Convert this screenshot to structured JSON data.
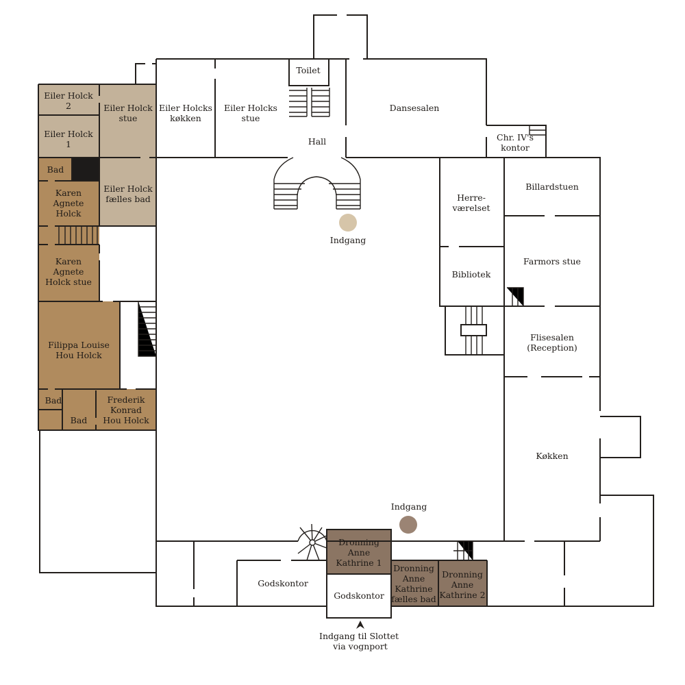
{
  "colors": {
    "light_tan": "#c3b29a",
    "tan": "#b08b5e",
    "brown": "#8b7563",
    "dark": "#1d1b1a",
    "entrance_light": "#d6c5a9",
    "entrance_dark": "#9b8474"
  },
  "rooms": {
    "eiler2": {
      "lines": [
        "Eiler Holck",
        "2"
      ]
    },
    "eiler1": {
      "lines": [
        "Eiler Holck",
        "1"
      ]
    },
    "eiler_stue": {
      "lines": [
        "Eiler Holck",
        "stue"
      ]
    },
    "bad1": {
      "lines": [
        "Bad"
      ]
    },
    "eiler_bad": {
      "lines": [
        "Eiler Holck",
        "fælles bad"
      ]
    },
    "karen": {
      "lines": [
        "Karen",
        "Agnete",
        "Holck"
      ]
    },
    "karen_stue": {
      "lines": [
        "Karen",
        "Agnete",
        "Holck stue"
      ]
    },
    "filippa": {
      "lines": [
        "Filippa Louise",
        "Hou Holck"
      ]
    },
    "bad2": {
      "lines": [
        "Bad"
      ]
    },
    "bad3": {
      "lines": [
        "Bad"
      ]
    },
    "frederik": {
      "lines": [
        "Frederik",
        "Konrad",
        "Hou Holck"
      ]
    },
    "eiler_kokken": {
      "lines": [
        "Eiler Holcks",
        "køkken"
      ]
    },
    "eiler_holcks_stue": {
      "lines": [
        "Eiler Holcks",
        "stue"
      ]
    },
    "toilet": {
      "lines": [
        "Toilet"
      ]
    },
    "hall": {
      "lines": [
        "Hall"
      ]
    },
    "dansesalen": {
      "lines": [
        "Dansesalen"
      ]
    },
    "chr": {
      "lines": [
        "Chr. IV's",
        "kontor"
      ]
    },
    "herre": {
      "lines": [
        "Herre-",
        "værelset"
      ]
    },
    "billard": {
      "lines": [
        "Billardstuen"
      ]
    },
    "farmor": {
      "lines": [
        "Farmors stue"
      ]
    },
    "bibliotek": {
      "lines": [
        "Bibliotek"
      ]
    },
    "flise": {
      "lines": [
        "Flisesalen",
        "(Reception)"
      ]
    },
    "kokken": {
      "lines": [
        "Køkken"
      ]
    },
    "godskontor1": {
      "lines": [
        "Godskontor"
      ]
    },
    "godskontor2": {
      "lines": [
        "Godskontor"
      ]
    },
    "dak1": {
      "lines": [
        "Dronning",
        "Anne",
        "Kathrine 1"
      ]
    },
    "dak_bad": {
      "lines": [
        "Dronning",
        "Anne",
        "Kathrine",
        "fælles bad"
      ]
    },
    "dak2": {
      "lines": [
        "Dronning",
        "Anne",
        "Kathrine 2"
      ]
    }
  },
  "entrances": {
    "north": "Indgang",
    "south": "Indgang",
    "main": [
      "Indgang til Slottet",
      "via vognport"
    ]
  }
}
